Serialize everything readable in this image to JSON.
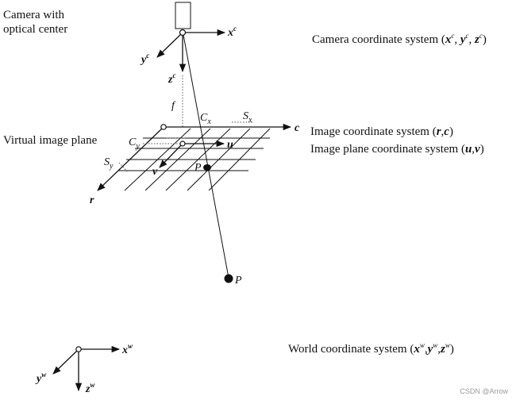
{
  "side_labels": {
    "camera_line1": "Camera with",
    "camera_line2": "optical center",
    "virtual_plane": "Virtual image plane"
  },
  "systems": {
    "camera": {
      "prefix": "Camera coordinate system",
      "x": "x",
      "y": "y",
      "z": "z",
      "sup": "c"
    },
    "image": {
      "prefix": "Image coordinate system",
      "a": "r",
      "b": "c"
    },
    "image_plane": {
      "prefix": "Image plane coordinate system",
      "a": "u",
      "b": "v"
    },
    "world": {
      "prefix": "World coordinate system",
      "x": "x",
      "y": "y",
      "z": "z",
      "sup": "w"
    }
  },
  "axes": {
    "camera": {
      "x": "x",
      "y": "y",
      "z": "z",
      "sup": "c"
    },
    "image": {
      "row": "r",
      "col": "c",
      "u": "u",
      "v": "v"
    },
    "world": {
      "x": "x",
      "y": "y",
      "z": "z",
      "sup": "w"
    }
  },
  "annotations": {
    "focal": "f",
    "cx": "C",
    "cx_sub": "x",
    "cy": "C",
    "cy_sub": "y",
    "sx": "S",
    "sx_sub": "x",
    "sy": "S",
    "sy_sub": "y",
    "p_image": "P",
    "p_world": "P"
  },
  "watermark": "CSDN @Arrow"
}
